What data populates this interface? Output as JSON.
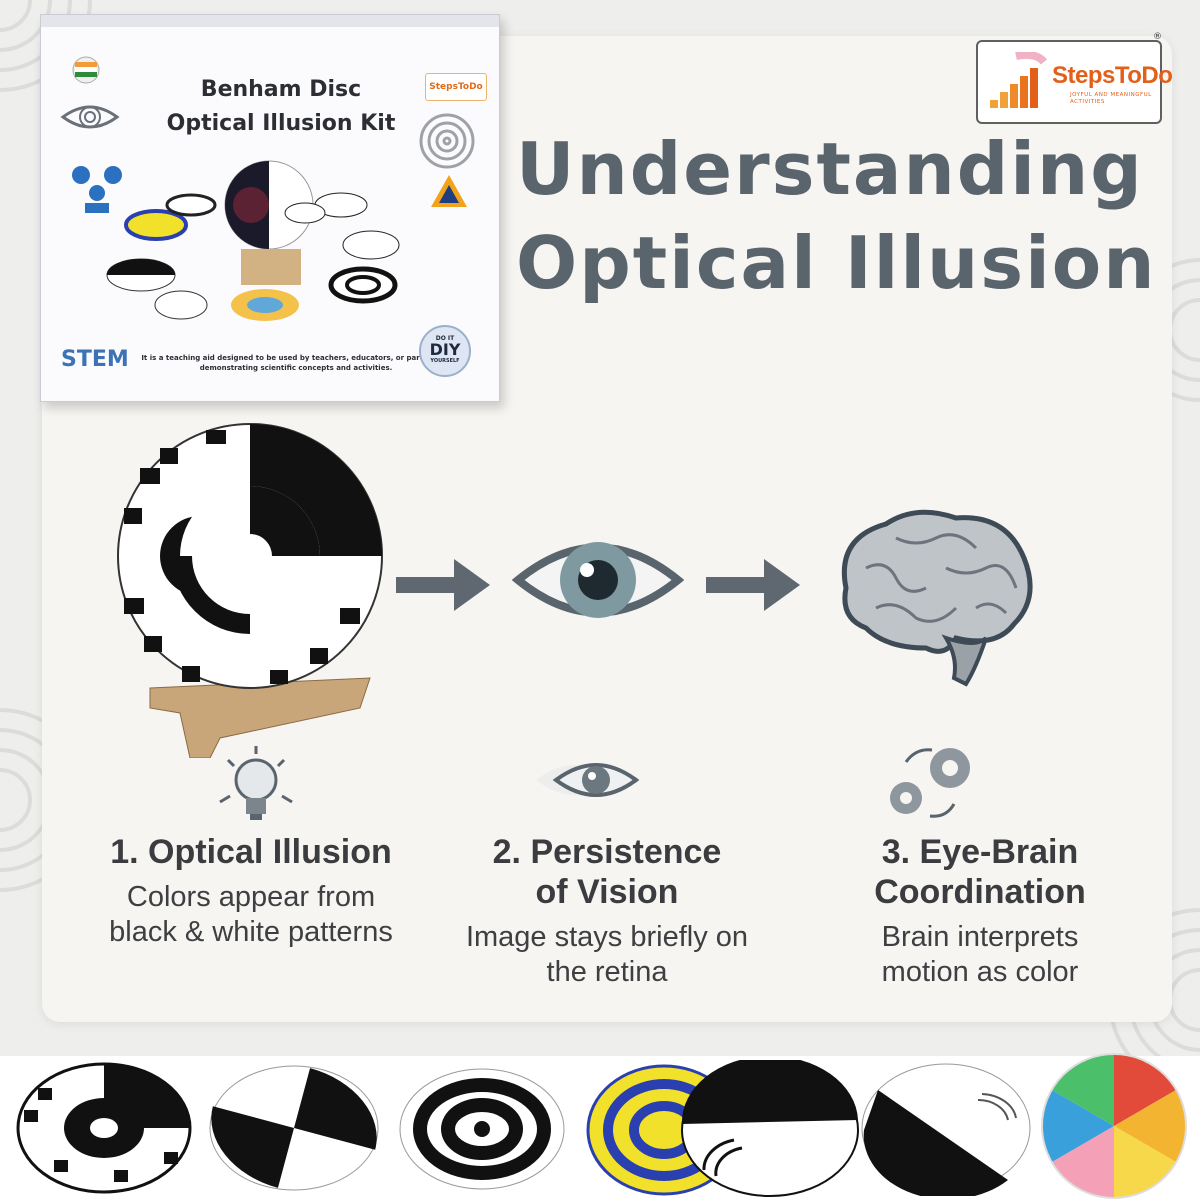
{
  "box": {
    "title_line1": "Benham Disc",
    "title_line2": "Optical Illusion Kit",
    "brand": "StepsToDo",
    "caption": "It is a teaching aid designed to be used by teachers, educators, or parents for demonstrating scientific concepts and activities.",
    "stem": "STEM",
    "diy_top": "DO IT",
    "diy_mid": "DIY",
    "diy_bottom": "YOURSELF"
  },
  "logo": {
    "name": "StepsToDo",
    "tagline": "JOYFUL AND MEANINGFUL ACTIVITIES",
    "registered": "®"
  },
  "headline": {
    "line1": "Understanding",
    "line2": "Optical Illusion"
  },
  "steps": [
    {
      "title": "1. Optical Illusion",
      "description": "Colors appear from black & white patterns",
      "icon": "light-bulb-icon"
    },
    {
      "title": "2. Persistence of Vision",
      "description": "Image stays briefly on the retina",
      "icon": "eye-icon"
    },
    {
      "title": "3. Eye-Brain Coordination",
      "description": "Brain interprets motion as color",
      "icon": "gears-icon"
    }
  ],
  "colors": {
    "headline": "#5a646d",
    "brand_orange": "#e2601a",
    "arrow": "#5f6870",
    "disc_yellow": "#f2e12b",
    "disc_blue": "#2a3fb0"
  }
}
